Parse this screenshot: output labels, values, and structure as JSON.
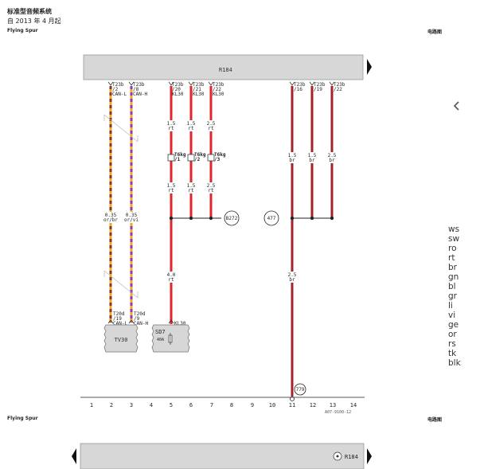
{
  "header": {
    "title": "标准型音频系统",
    "subtitle": "自 2013 年 4 月起",
    "model": "Flying Spur",
    "right_label": "电路图"
  },
  "footer": {
    "model": "Flying Spur",
    "right_label": "电路图"
  },
  "diagram": {
    "component_main": "R184",
    "component_bottom": "R184",
    "connectors": [
      {
        "name": "T23b",
        "pin": "/2",
        "signal": "CAN-L"
      },
      {
        "name": "T23b",
        "pin": "/8",
        "signal": "CAN-H"
      },
      {
        "name": "T23b",
        "pin": "/20",
        "signal": "KL30"
      },
      {
        "name": "T23b",
        "pin": "/21",
        "signal": "KL30"
      },
      {
        "name": "T23b",
        "pin": "/22",
        "signal": "KL30"
      },
      {
        "name": "T23b",
        "pin": "/16",
        "signal": ""
      },
      {
        "name": "T23b",
        "pin": "/19",
        "signal": ""
      },
      {
        "name": "T23b",
        "pin": "/22",
        "signal": ""
      }
    ],
    "wire_labels": {
      "w2_spec": "0.35",
      "w2_color": "or/br",
      "w3_spec": "0.35",
      "w3_color": "or/vi",
      "w5a_spec": "1.5",
      "w5a_color": "rt",
      "w6a_spec": "1.5",
      "w6a_color": "rt",
      "w7a_spec": "2.5",
      "w7a_color": "rt",
      "w5b_spec": "1.5",
      "w5b_color": "rt",
      "w6b_spec": "1.5",
      "w6b_color": "rt",
      "w7b_spec": "2.5",
      "w7b_color": "rt",
      "w5c_spec": "4.0",
      "w5c_color": "rt",
      "w11a_spec": "1.5",
      "w11a_color": "br",
      "w12_spec": "1.5",
      "w12_color": "br",
      "w13_spec": "2.5",
      "w13_color": "br",
      "w11b_spec": "2.5",
      "w11b_color": "br"
    },
    "t6kg": [
      {
        "name": "T6kg",
        "pin": "/1"
      },
      {
        "name": "T6kg",
        "pin": "/2"
      },
      {
        "name": "T6kg",
        "pin": "/3"
      }
    ],
    "t20d": [
      {
        "name": "T20d",
        "pin": "/19",
        "signal": "CAN-L"
      },
      {
        "name": "T20d",
        "pin": "/9",
        "signal": "CAN-H"
      }
    ],
    "circles": {
      "b272": "B272",
      "n477": "477",
      "n779": "779"
    },
    "tv30": "TV30",
    "sd7": "SD7",
    "sd7_rating": "40A",
    "sd7_pin": "KL30",
    "column_numbers": [
      "1",
      "2",
      "3",
      "4",
      "5",
      "6",
      "7",
      "8",
      "9",
      "10",
      "11",
      "12",
      "13",
      "14"
    ],
    "doc_code": "A07-9100-12"
  },
  "color_legend": [
    "ws",
    "sw",
    "ro",
    "rt",
    "br",
    "gn",
    "bl",
    "gr",
    "li",
    "vi",
    "ge",
    "or",
    "rs",
    "tk",
    "blk"
  ],
  "colors": {
    "red_wire": "#e0262b",
    "brown_wire": "#a3232b",
    "can_l_wire": "#f2a623",
    "can_h_wire": "#8b3ea3",
    "component_fill": "#d7d7d7"
  }
}
